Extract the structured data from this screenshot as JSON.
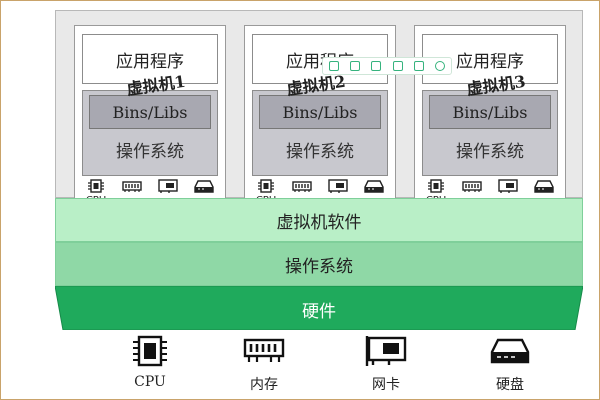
{
  "vms": [
    {
      "app": "应用程序",
      "bins": "Bins/Libs",
      "os": "操作系统",
      "name": "虚拟机1",
      "hw": [
        "CPU",
        "内存",
        "网卡",
        "硬盘"
      ]
    },
    {
      "app": "应用程序",
      "bins": "Bins/Libs",
      "os": "操作系统",
      "name": "虚拟机2",
      "hw": [
        "CPU",
        "内存",
        "网卡",
        "硬盘"
      ]
    },
    {
      "app": "应用程序",
      "bins": "Bins/Libs",
      "os": "操作系统",
      "name": "虚拟机3",
      "hw": [
        "CPU",
        "内存",
        "网卡",
        "硬盘"
      ]
    }
  ],
  "layers": {
    "vm_software": "虚拟机软件",
    "host_os": "操作系统",
    "hardware": "硬件"
  },
  "physical_hw": [
    "CPU",
    "内存",
    "网卡",
    "硬盘"
  ],
  "toolbar_icons": [
    "zoom-in-icon",
    "fit-icon",
    "expand-icon",
    "annotate-icon",
    "share-icon",
    "settings-icon"
  ],
  "colors": {
    "vm_software": "#b9efc7",
    "host_os": "#8fd8a6",
    "hardware": "#1faa5c",
    "guest_os": "#c8c8ce",
    "bins": "#a8a8b1"
  }
}
